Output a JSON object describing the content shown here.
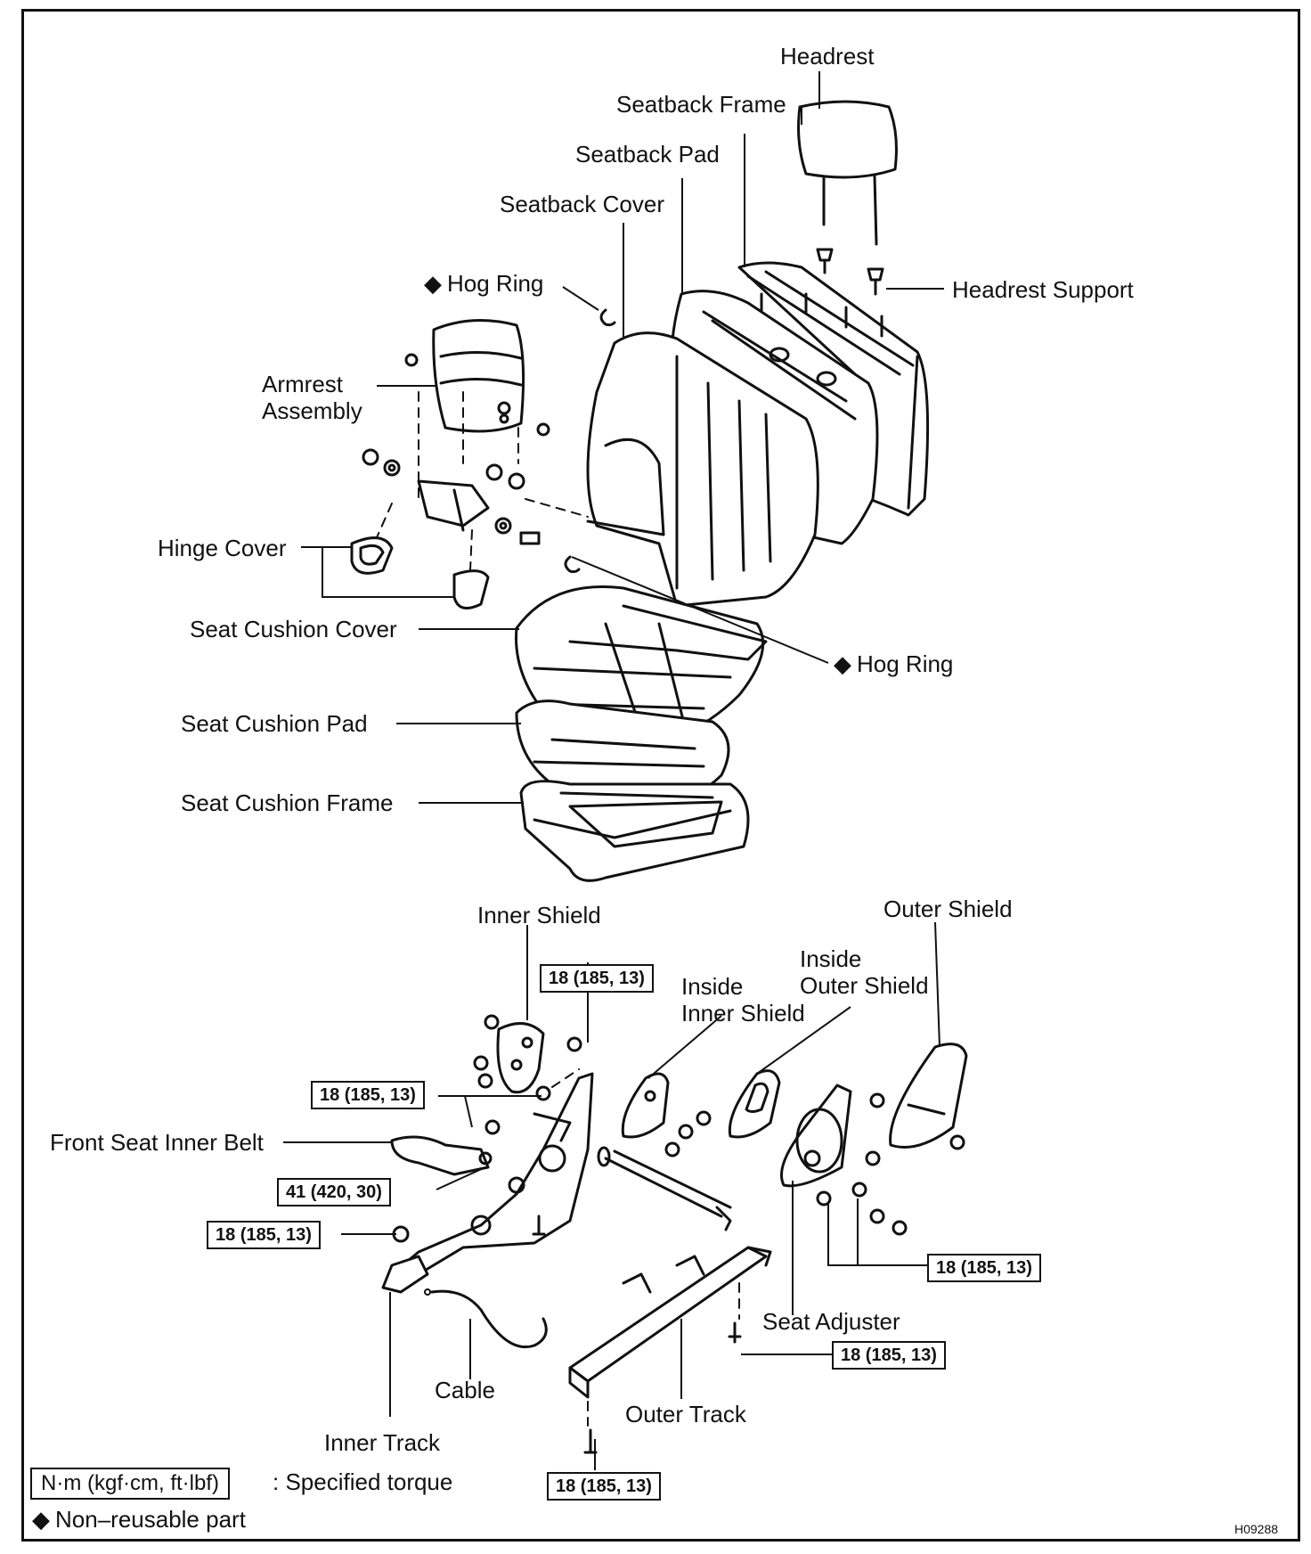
{
  "labels": {
    "headrest": "Headrest",
    "seatback_frame": "Seatback Frame",
    "seatback_pad": "Seatback Pad",
    "seatback_cover": "Seatback Cover",
    "hog_ring_top": "Hog Ring",
    "headrest_support": "Headrest Support",
    "armrest_assembly_line1": "Armrest",
    "armrest_assembly_line2": "Assembly",
    "hinge_cover": "Hinge Cover",
    "seat_cushion_cover": "Seat Cushion Cover",
    "hog_ring_mid": "Hog Ring",
    "seat_cushion_pad": "Seat Cushion Pad",
    "seat_cushion_frame": "Seat Cushion Frame",
    "inner_shield": "Inner Shield",
    "outer_shield": "Outer Shield",
    "inside_inner_shield_line1": "Inside",
    "inside_inner_shield_line2": "Inner Shield",
    "inside_outer_shield_line1": "Inside",
    "inside_outer_shield_line2": "Outer Shield",
    "front_seat_inner_belt": "Front Seat Inner Belt",
    "seat_adjuster": "Seat Adjuster",
    "cable": "Cable",
    "outer_track": "Outer Track",
    "inner_track": "Inner Track"
  },
  "torque": {
    "t1": "18 (185, 13)",
    "t2": "18 (185, 13)",
    "t3": "41 (420, 30)",
    "t4": "18 (185, 13)",
    "t5": "18 (185, 13)",
    "t6": "18 (185, 13)",
    "t7": "18 (185, 13)"
  },
  "legend": {
    "unit_box": "N·m (kgf·cm, ft·lbf)",
    "unit_text": ": Specified torque",
    "nonreusable_symbol": "◆",
    "nonreusable_text": "Non–reusable part"
  },
  "diamond": "◆",
  "figure_code": "H09288"
}
